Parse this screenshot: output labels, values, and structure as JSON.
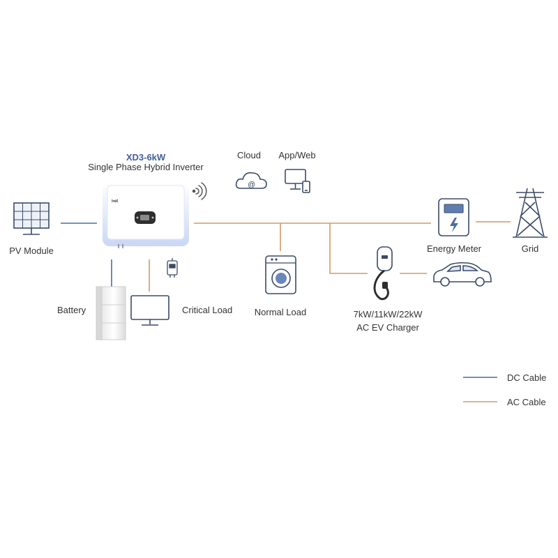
{
  "inverter": {
    "model": "XD3-6kW",
    "description": "Single Phase Hybrid Inverter",
    "brand": "i•et"
  },
  "nodes": {
    "pv_module": "PV Module",
    "battery": "Battery",
    "critical_load": "Critical Load",
    "normal_load": "Normal Load",
    "cloud": "Cloud",
    "app_web": "App/Web",
    "energy_meter": "Energy Meter",
    "grid": "Grid",
    "ev_charger_power": "7kW/11kW/22kW",
    "ev_charger_name": "AC EV Charger"
  },
  "legend": {
    "dc": "DC Cable",
    "ac": "AC Cable"
  },
  "colors": {
    "dc_cable": "#4a6f9c",
    "ac_cable": "#d19a66",
    "inverter_glow": "#c9d6f5",
    "model_text": "#3f5f9a"
  }
}
